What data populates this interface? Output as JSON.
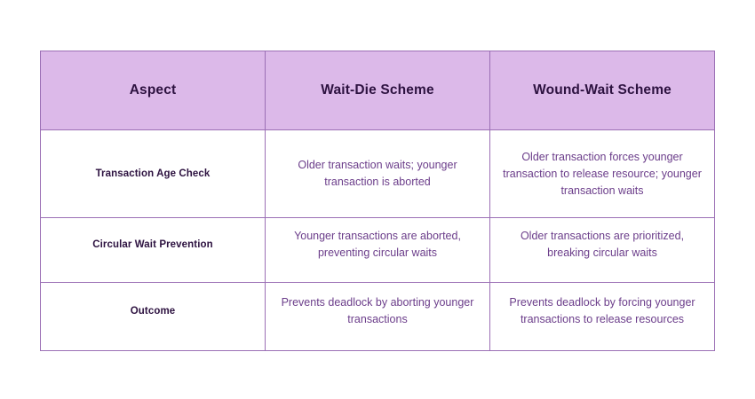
{
  "table": {
    "columns": [
      {
        "key": "aspect",
        "label": "Aspect"
      },
      {
        "key": "wait_die",
        "label": "Wait-Die Scheme"
      },
      {
        "key": "wound_wait",
        "label": "Wound-Wait Scheme"
      }
    ],
    "rows": [
      {
        "aspect": "Transaction Age Check",
        "wait_die": "Older transaction waits; younger transaction is aborted",
        "wound_wait": "Older transaction forces younger transaction to release resource; younger transaction waits"
      },
      {
        "aspect": "Circular Wait Prevention",
        "wait_die": "Younger transactions are aborted, preventing circular waits",
        "wound_wait": "Older transactions are prioritized, breaking circular waits"
      },
      {
        "aspect": "Outcome",
        "wait_die": "Prevents deadlock by aborting younger transactions",
        "wound_wait": "Prevents deadlock by forcing younger transactions to release resources"
      }
    ]
  },
  "colors": {
    "header_background": "#dcb9e9",
    "header_text": "#2d1240",
    "body_text": "#6b3d8a",
    "label_text": "#2d1240",
    "border": "#9b6fb5",
    "page_background": "#ffffff"
  }
}
